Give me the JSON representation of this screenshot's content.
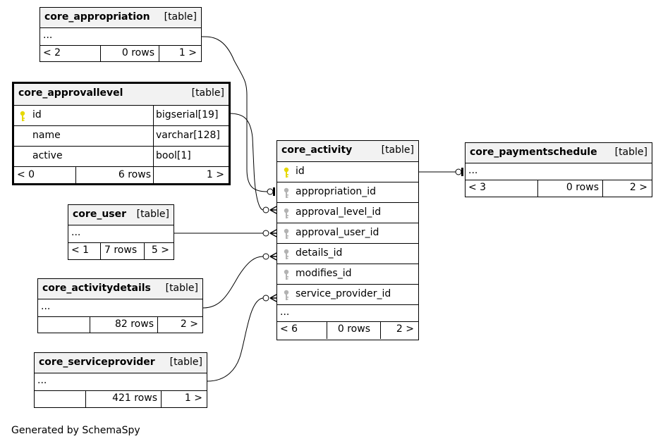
{
  "tables": {
    "core_appropriation": {
      "name": "core_appropriation",
      "type": "[table]",
      "more": "...",
      "prev": "< 2",
      "rows": "0 rows",
      "next": "1 >"
    },
    "core_approvallevel": {
      "name": "core_approvallevel",
      "type": "[table]",
      "columns": [
        {
          "name": "id",
          "datatype": "bigserial[19]",
          "key": "primary"
        },
        {
          "name": "name",
          "datatype": "varchar[128]",
          "key": "none"
        },
        {
          "name": "active",
          "datatype": "bool[1]",
          "key": "none"
        }
      ],
      "prev": "< 0",
      "rows": "6 rows",
      "next": "1 >"
    },
    "core_user": {
      "name": "core_user",
      "type": "[table]",
      "more": "...",
      "prev": "< 1",
      "rows": "7 rows",
      "next": "5 >"
    },
    "core_activitydetails": {
      "name": "core_activitydetails",
      "type": "[table]",
      "more": "...",
      "prev": "",
      "rows": "82 rows",
      "next": "2 >"
    },
    "core_serviceprovider": {
      "name": "core_serviceprovider",
      "type": "[table]",
      "more": "...",
      "prev": "",
      "rows": "421 rows",
      "next": "1 >"
    },
    "core_activity": {
      "name": "core_activity",
      "type": "[table]",
      "columns": [
        {
          "name": "id",
          "key": "primary"
        },
        {
          "name": "appropriation_id",
          "key": "foreign"
        },
        {
          "name": "approval_level_id",
          "key": "foreign"
        },
        {
          "name": "approval_user_id",
          "key": "foreign"
        },
        {
          "name": "details_id",
          "key": "foreign"
        },
        {
          "name": "modifies_id",
          "key": "foreign"
        },
        {
          "name": "service_provider_id",
          "key": "foreign"
        }
      ],
      "more": "...",
      "prev": "< 6",
      "rows": "0 rows",
      "next": "2 >"
    },
    "core_paymentschedule": {
      "name": "core_paymentschedule",
      "type": "[table]",
      "more": "...",
      "prev": "< 3",
      "rows": "0 rows",
      "next": "2 >"
    }
  },
  "relationships": [
    {
      "from": "core_appropriation",
      "to": "core_activity.appropriation_id"
    },
    {
      "from": "core_approvallevel.id",
      "to": "core_activity.approval_level_id"
    },
    {
      "from": "core_user",
      "to": "core_activity.approval_user_id"
    },
    {
      "from": "core_activitydetails",
      "to": "core_activity.details_id"
    },
    {
      "from": "core_serviceprovider",
      "to": "core_activity.service_provider_id"
    },
    {
      "from": "core_activity.id",
      "to": "core_paymentschedule"
    }
  ],
  "colors": {
    "primary_key": "#e6d800",
    "foreign_key": "#b3b3b3",
    "header_bg": "#f2f2f2"
  },
  "footer": "Generated by SchemaSpy"
}
